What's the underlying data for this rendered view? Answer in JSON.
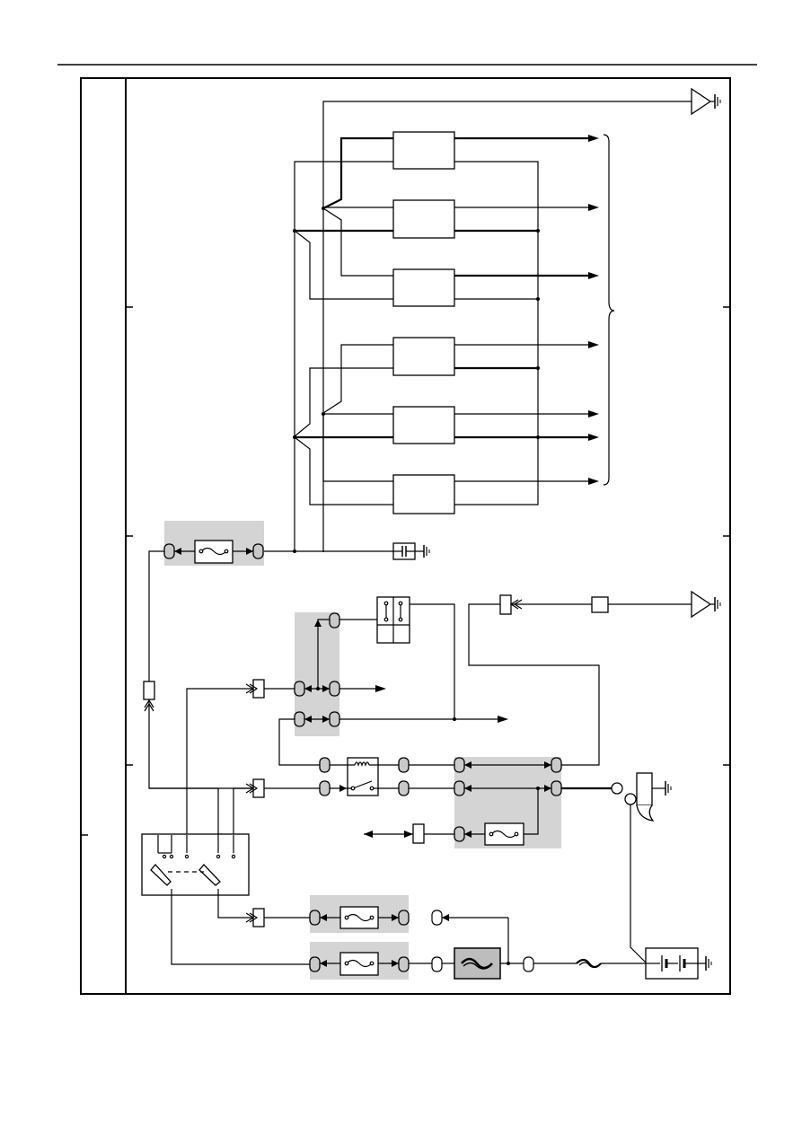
{
  "diagram": {
    "type": "wiring-schematic",
    "text_labels": [],
    "colors": {
      "line": "#000000",
      "shaded_block": "#d4d4d4",
      "connector_fill": "#c9c9c9",
      "background": "#ffffff"
    },
    "components": [
      "ecu-module-1",
      "ecu-module-2",
      "ecu-module-3",
      "ecu-module-4",
      "ecu-module-5",
      "ecu-module-6",
      "fuse-block-top",
      "capacitor",
      "relay-switch",
      "fuse-block-right",
      "ignition-switch",
      "fuse-block-lower-1",
      "fuse-block-lower-2",
      "fusible-link",
      "fusible-link-inline",
      "battery",
      "starter-motor",
      "ground-antenna-top",
      "ground-antenna-mid",
      "diode-switch-box"
    ]
  }
}
